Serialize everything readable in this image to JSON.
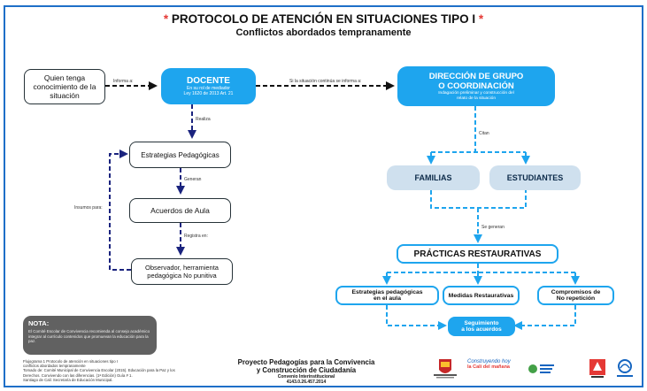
{
  "header": {
    "title": "PROTOCOLO DE ATENCIÓN EN SITUACIONES TIPO I",
    "star": "*",
    "subtitle": "Conflictos abordados tempranamente"
  },
  "left_flow": {
    "reporter": "Quien tenga conocimiento de la situación",
    "informs_label": "Informa a:",
    "docente_title": "DOCENTE",
    "docente_line1": "En su rol de mediador",
    "docente_line2": "Ley 1620 de 2013 Art. 21",
    "realiza_label": "Realiza",
    "strategies": "Estrategias Pedagógicas",
    "generan_label": "Generan",
    "agreements": "Acuerdos de Aula",
    "registra_label": "Registra en:",
    "observer_line1": "Observador, herramienta",
    "observer_line2": "pedagógica No punitiva",
    "insumos_label": "Insumos para:"
  },
  "right_flow": {
    "continue_label": "Si la situación continúa se informa a:",
    "direccion_line1": "DIRECCIÓN DE GRUPO",
    "direccion_line2": "O COORDINACIÓN",
    "direccion_sub1": "Indagación preliminar y construcción del",
    "direccion_sub2": "relato de la situación",
    "citan_label": "Citan",
    "families": "FAMILIAS",
    "students": "ESTUDIANTES",
    "se_generan_label": "Se generan",
    "practices": "PRÁCTICAS RESTAURATIVAS",
    "out1_line1": "Estrategias pedagógicas",
    "out1_line2": "en el aula",
    "out2": "Medidas Restaurativas",
    "out3_line1": "Compromisos de",
    "out3_line2": "No repetición",
    "followup_line1": "Seguimiento",
    "followup_line2": "a los acuerdos"
  },
  "note": {
    "title": "NOTA:",
    "text": "El Comité Escolar de Convivencia recomienda al consejo académico integrar al currículo contenidos que promuevan la educación para la paz."
  },
  "footer": {
    "caption_line1": "Flujograma 1 Protocolo de atención en situaciones tipo I",
    "caption_line2": "conflictos abordados tempranamente",
    "caption_line3": "Tomado de: Comité Municipal de Convivencia Escolar (2015). Educación para la Paz y los",
    "caption_line4": "Derechos. Convivendo con las diferencias. (1ª Edición) Guía # 1.",
    "caption_line5": "Santiago de Cali: Secretaría de Educación Municipal.",
    "project_line1": "Proyecto Pedagogías para la Convivencia",
    "project_line2": "y Construcción de Ciudadanía",
    "project_line3": "Convenio Interinstitucional",
    "project_line4": "4143.0.26.457.2014",
    "logo2_line1": "Construyendo hoy",
    "logo2_line2": "la Cali del mañana"
  },
  "colors": {
    "accent_blue": "#1ea5ee",
    "light_blue": "#cfe0ee",
    "dark_navy": "#1a237e",
    "note_bg": "#616161",
    "frame_blue": "#1e6fc8"
  }
}
